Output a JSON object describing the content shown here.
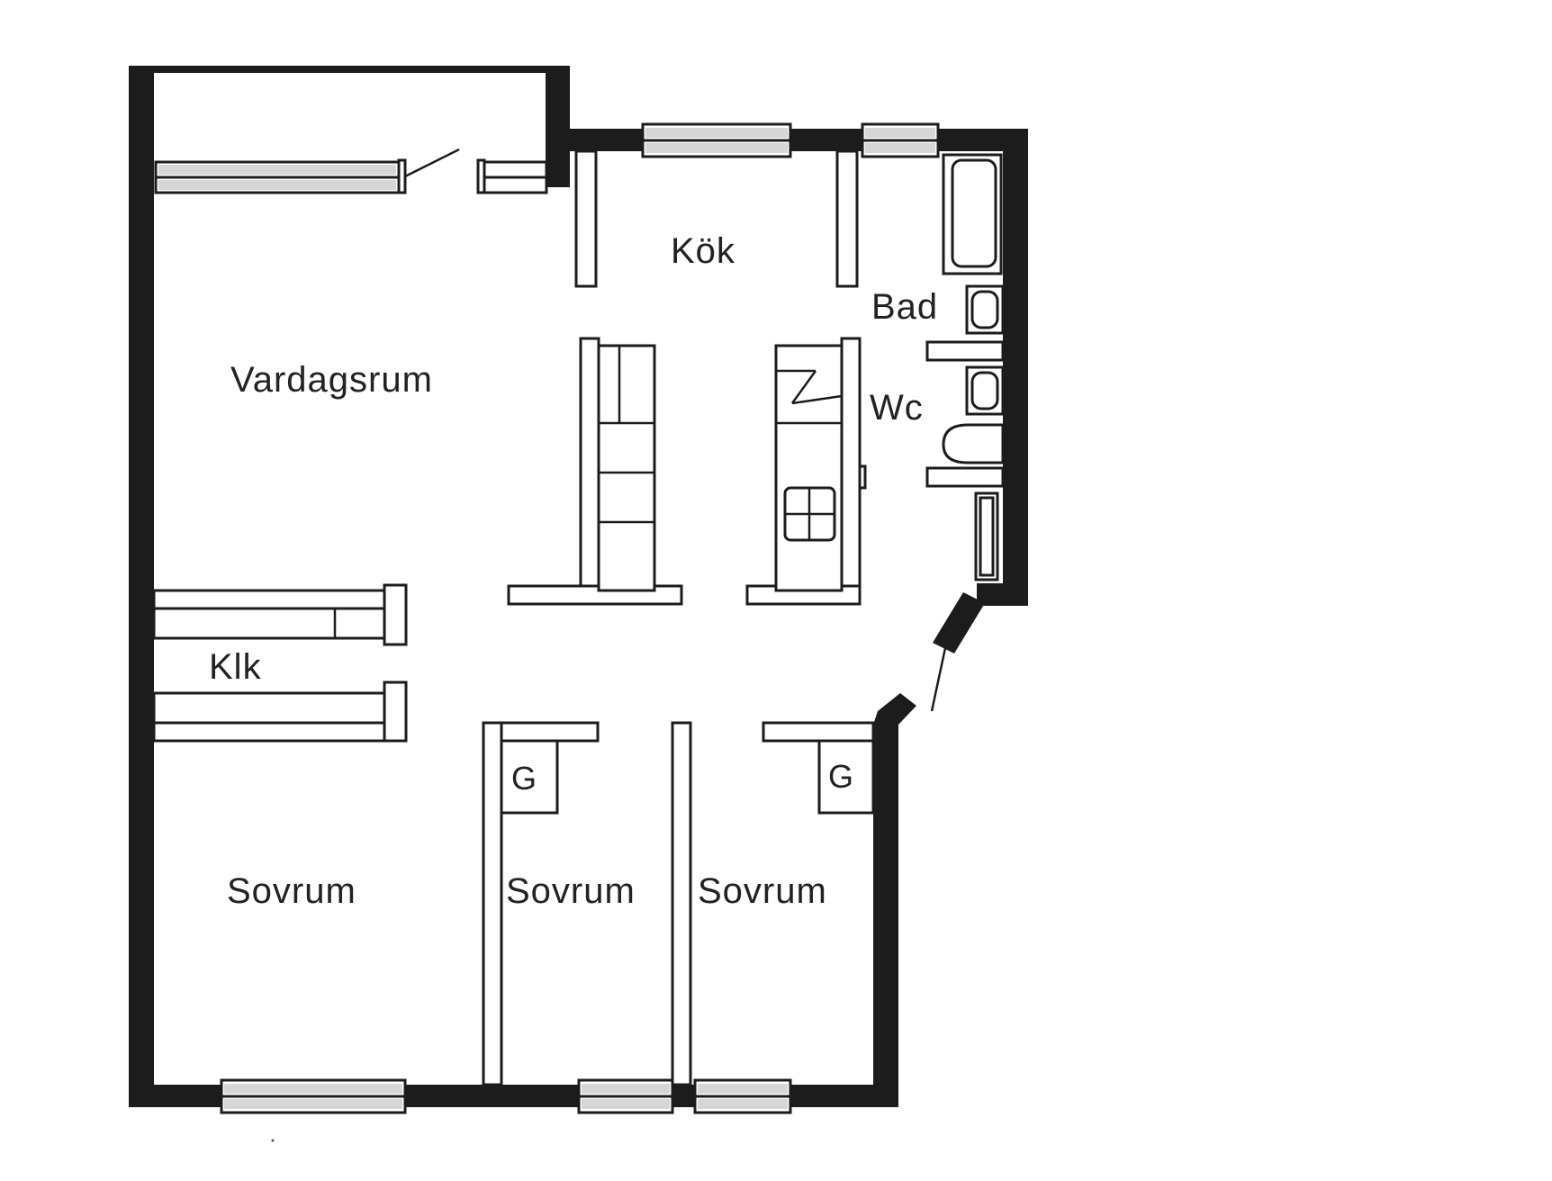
{
  "rooms": {
    "kitchen": "Kök",
    "bath": "Bad",
    "wc": "Wc",
    "living_room": "Vardagsrum",
    "closet_large": "Klk",
    "bedroom_1": "Sovrum",
    "bedroom_2": "Sovrum",
    "bedroom_3": "Sovrum"
  },
  "closets": {
    "closet_left": "G",
    "closet_right": "G"
  },
  "colors": {
    "wall": "#1c1c1c",
    "glass": "#d6d6d6",
    "background": "#ffffff"
  }
}
